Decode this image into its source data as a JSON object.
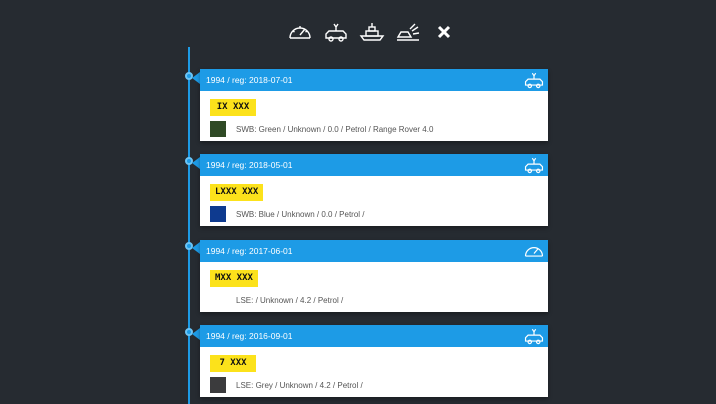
{
  "toolbar": {
    "icons": [
      "speedometer-icon",
      "car-service-icon",
      "ship-icon",
      "car-crash-icon",
      "close-icon"
    ],
    "close_glyph": "✕"
  },
  "colors": {
    "background": "#262b31",
    "accent": "#1d9be6",
    "plate": "#fce21b"
  },
  "entries": [
    {
      "header": "1994 / reg: 2018-07-01",
      "icon": "car-service-icon",
      "plate": "IX XXX",
      "swatch_color": "#2f4a25",
      "spec": "SWB: Green / Unknown / 0.0 / Petrol / Range Rover 4.0"
    },
    {
      "header": "1994 / reg: 2018-05-01",
      "icon": "car-service-icon",
      "plate": "LXXX XXX",
      "swatch_color": "#0e3a8f",
      "spec": "SWB: Blue / Unknown / 0.0 / Petrol /"
    },
    {
      "header": "1994 / reg: 2017-06-01",
      "icon": "speedometer-icon",
      "plate": "MXX XXX",
      "swatch_color": "",
      "spec": "LSE: / Unknown / 4.2 / Petrol /"
    },
    {
      "header": "1994 / reg: 2016-09-01",
      "icon": "car-service-icon",
      "plate": "7 XXX",
      "swatch_color": "#3b3b3d",
      "spec": "LSE: Grey / Unknown / 4.2 / Petrol /"
    }
  ]
}
